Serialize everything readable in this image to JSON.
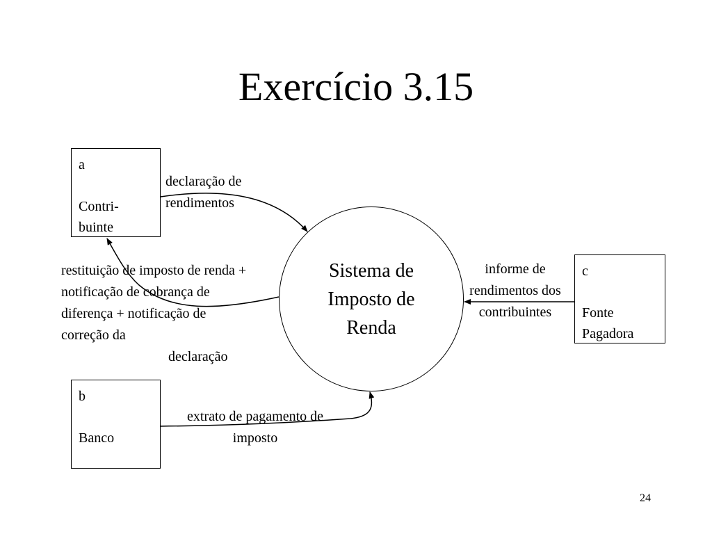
{
  "title": "Exercício 3.15",
  "process": {
    "label": "Sistema de Imposto de Renda"
  },
  "entities": {
    "a": {
      "id": "a",
      "label": "Contri-buinte"
    },
    "b": {
      "id": "b",
      "label": "Banco"
    },
    "c": {
      "id": "c",
      "label": "Fonte Pagadora"
    }
  },
  "flows": {
    "declaracao": "declaração de rendimentos",
    "restituicao_main": "restituição de imposto de renda + notificação de cobrança de diferença + notificação de correção da",
    "restituicao_tail": "declaração",
    "extrato": "extrato de pagamento de imposto",
    "informe": "informe de rendimentos dos contribuintes"
  },
  "page_number": "24"
}
